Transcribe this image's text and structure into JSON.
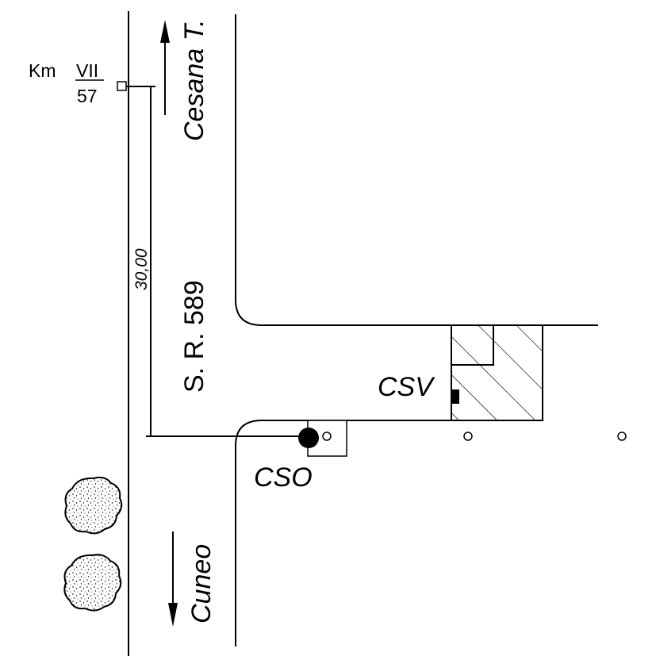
{
  "km_marker": {
    "prefix": "Km",
    "numerator": "VII",
    "denominator": "57"
  },
  "distance_label": "30,00",
  "road_name": "S. R. 589",
  "direction_north": "Cesana T.",
  "direction_south": "Cuneo",
  "site_labels": {
    "cso": "CSO",
    "csv": "CSV"
  },
  "colors": {
    "ink": "#000000",
    "paper": "#ffffff"
  }
}
